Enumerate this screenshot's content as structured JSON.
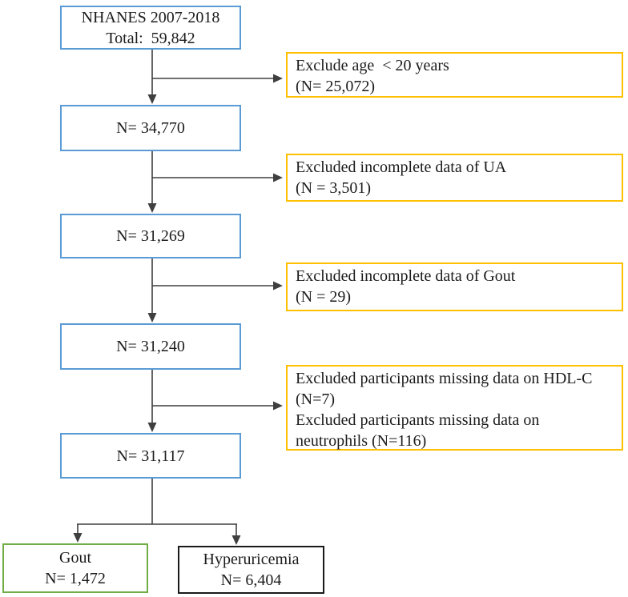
{
  "flow": {
    "source_box": {
      "line1": "NHANES 2007-2018",
      "line2": "Total:  59,842"
    },
    "cohort_boxes": [
      {
        "label": "N= 34,770"
      },
      {
        "label": "N= 31,269"
      },
      {
        "label": "N= 31,240"
      },
      {
        "label": "N= 31,117"
      }
    ],
    "exclusion_boxes": [
      {
        "lines": [
          "Exclude age  < 20 years",
          "(N= 25,072)"
        ]
      },
      {
        "lines": [
          "Excluded incomplete data of UA",
          "(N = 3,501)"
        ]
      },
      {
        "lines": [
          "Excluded incomplete data of Gout",
          "(N = 29)"
        ]
      },
      {
        "lines": [
          "Excluded participants missing data on HDL-C",
          "(N=7)",
          "Excluded participants missing data on",
          "neutrophils (N=116)"
        ]
      }
    ],
    "outcome_boxes": [
      {
        "title": "Gout",
        "count": "N= 1,472"
      },
      {
        "title": "Hyperuricemia",
        "count": "N= 6,404"
      }
    ],
    "colors": {
      "cohort_border": "#5B9BD5",
      "exclusion_border": "#FFC000",
      "gout_border": "#70AD47",
      "hyperuricemia_border": "#1A1A1A",
      "connector": "#3F3F3F"
    }
  }
}
